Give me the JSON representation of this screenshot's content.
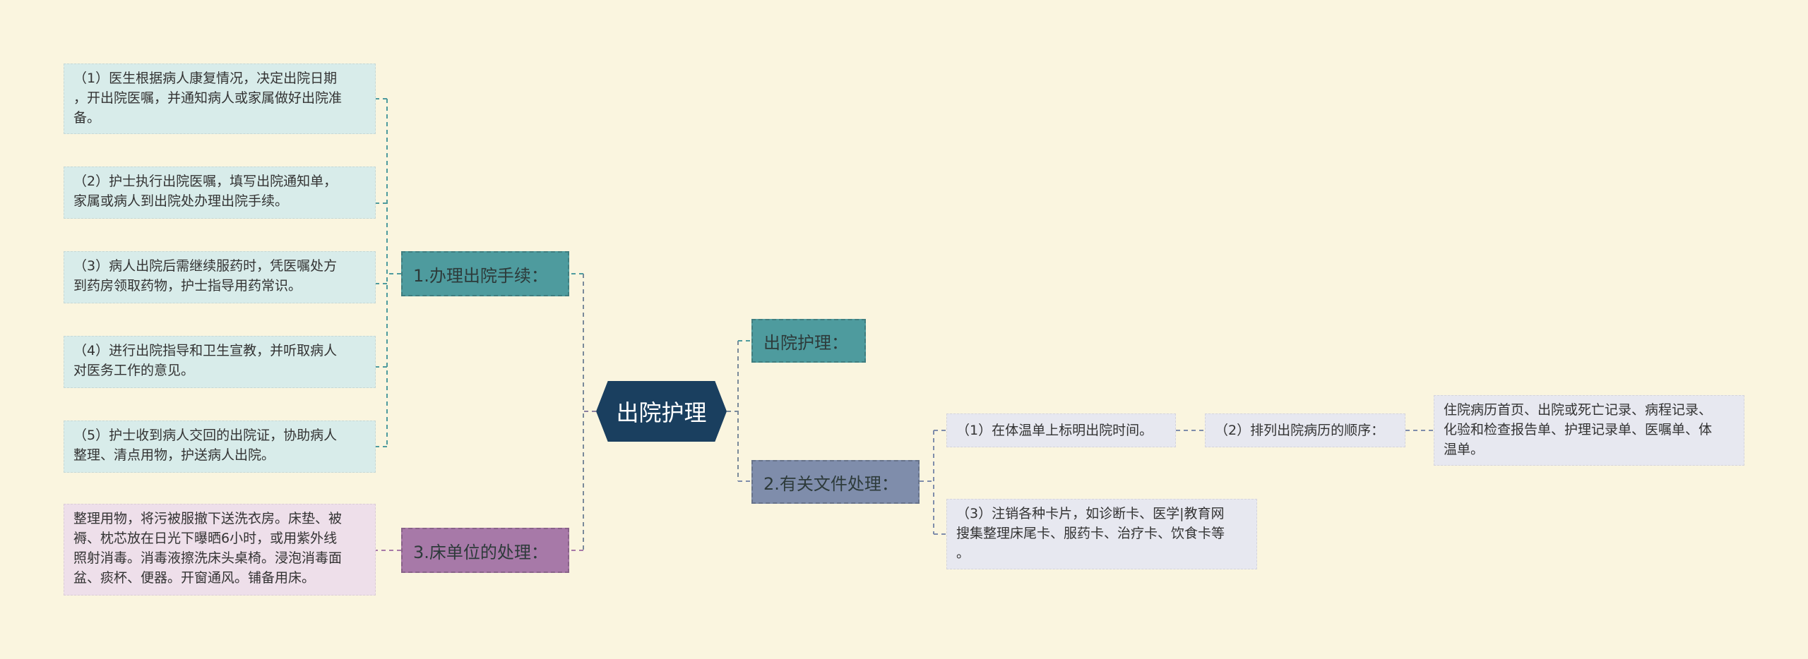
{
  "central": "出院护理",
  "branches": {
    "b1": {
      "label": "1.办理出院手续：",
      "items": [
        "（1）医生根据病人康复情况，决定出院日期\n，开出院医嘱，并通知病人或家属做好出院准\n备。",
        "（2）护士执行出院医嘱，填写出院通知单，\n家属或病人到出院处办理出院手续。",
        "（3）病人出院后需继续服药时，凭医嘱处方\n到药房领取药物，护士指导用药常识。",
        "（4）进行出院指导和卫生宣教，并听取病人\n对医务工作的意见。",
        "（5）护士收到病人交回的出院证，协助病人\n整理、清点用物，护送病人出院。"
      ]
    },
    "b3": {
      "label": "3.床单位的处理：",
      "items": [
        "整理用物，将污被服撤下送洗衣房。床垫、被\n褥、枕芯放在日光下曝晒6小时，或用紫外线\n照射消毒。消毒液擦洗床头桌椅。浸泡消毒面\n盆、痰杯、便器。开窗通风。铺备用床。"
      ]
    },
    "r1": {
      "label": "出院护理："
    },
    "r2": {
      "label": "2.有关文件处理：",
      "items": [
        "（1）在体温单上标明出院时间。",
        "（3）注销各种卡片，如诊断卡、医学|教育网\n搜集整理床尾卡、服药卡、治疗卡、饮食卡等\n。"
      ],
      "sub": "（2）排列出院病历的顺序：",
      "subsub": "住院病历首页、出院或死亡记录、病程记录、\n化验和检查报告单、护理记录单、医嘱单、体\n温单。"
    }
  },
  "colors": {
    "background": "#faf5df",
    "central": "#1a3f5f",
    "teal": "#4e9b9e",
    "slate": "#7f8dab",
    "purple": "#a779a8",
    "teal_light": "#d8ecea",
    "slate_light": "#e7e8f0",
    "purple_light": "#eedfea"
  }
}
